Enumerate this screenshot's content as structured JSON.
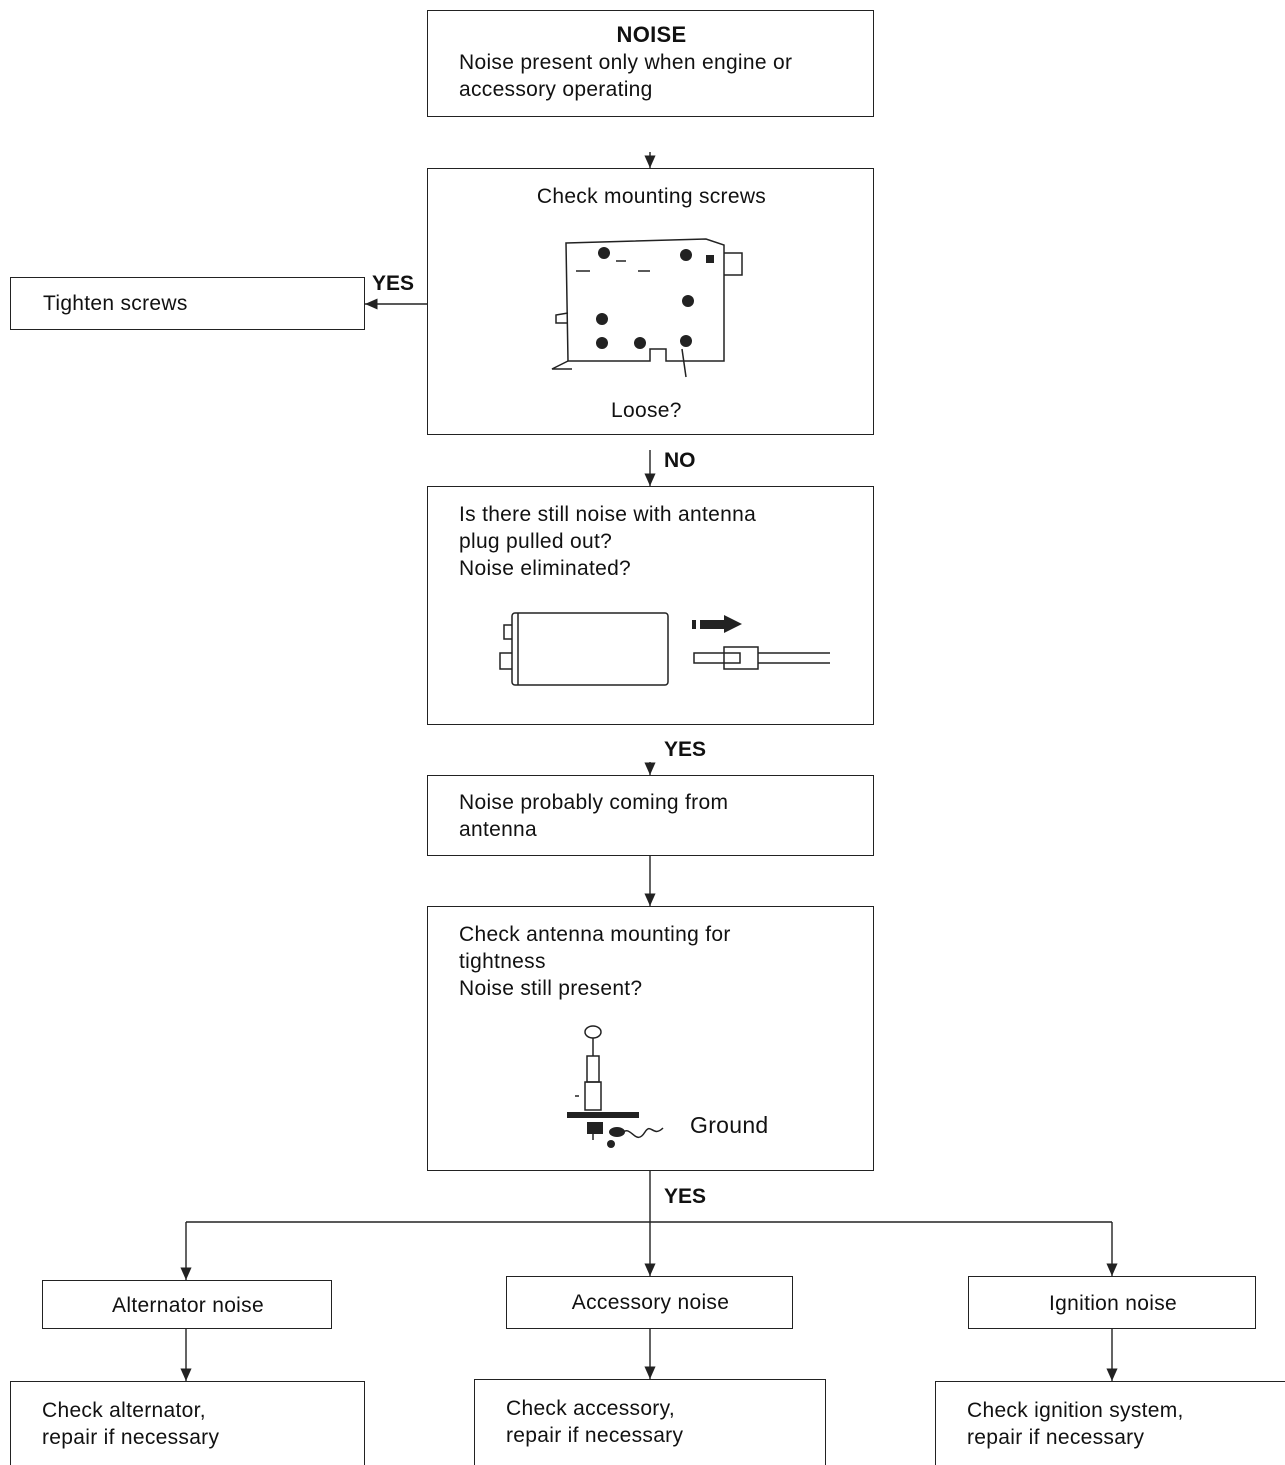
{
  "start": {
    "title": "NOISE",
    "text": "Noise present only when engine or\naccessory operating"
  },
  "check_screws": {
    "text": "Check mounting screws",
    "loose_label": "Loose?"
  },
  "tighten": {
    "text": "Tighten screws"
  },
  "antenna_plug": {
    "text": "Is there still noise with antenna\nplug pulled out?\nNoise eliminated?"
  },
  "antenna_source": {
    "text": "Noise probably coming from\nantenna"
  },
  "antenna_mount": {
    "text": "Check antenna mounting for\ntightness\nNoise still present?",
    "ground_label": "Ground"
  },
  "branches": [
    {
      "label": "Alternator noise",
      "action": "Check alternator,\nrepair if necessary"
    },
    {
      "label": "Accessory noise",
      "action": "Check accessory,\nrepair if necessary"
    },
    {
      "label": "Ignition noise",
      "action": "Check ignition system,\nrepair if necessary"
    }
  ],
  "edge_labels": {
    "yes_tighten": "YES",
    "no": "NO",
    "yes_plug": "YES",
    "yes_mount": "YES"
  }
}
